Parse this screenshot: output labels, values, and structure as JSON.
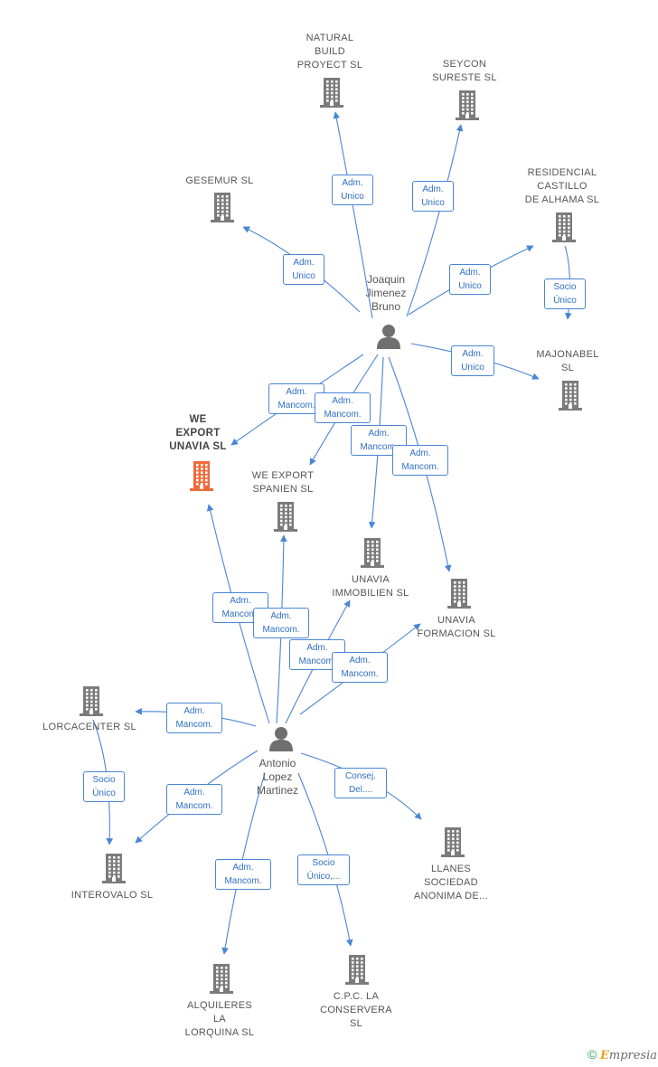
{
  "colors": {
    "edge": "#4a86d6",
    "node": "#7b7b7b",
    "focus_node": "#ee6a3a",
    "person": "#6f6f6f",
    "label_text": "#555555",
    "relation_text": "#2f6fc6"
  },
  "companies": [
    {
      "id": "natural-build",
      "label": "NATURAL\nBUILD\nPROYECT SL"
    },
    {
      "id": "seycon",
      "label": "SEYCON\nSURESTE SL"
    },
    {
      "id": "gesemur",
      "label": "GESEMUR SL"
    },
    {
      "id": "residencial",
      "label": "RESIDENCIAL\nCASTILLO\nDE ALHAMA SL"
    },
    {
      "id": "majonabel",
      "label": "MAJONABEL\nSL"
    },
    {
      "id": "we-export-unavia",
      "label": "WE\nEXPORT\nUNAVIA SL",
      "focus": true
    },
    {
      "id": "we-export-spanien",
      "label": "WE EXPORT\nSPANIEN SL"
    },
    {
      "id": "unavia-immobilien",
      "label": "UNAVIA\nIMMOBILIEN SL"
    },
    {
      "id": "unavia-formacion",
      "label": "UNAVIA\nFORMACION SL"
    },
    {
      "id": "lorcacenter",
      "label": "LORCACENTER SL"
    },
    {
      "id": "interovalo",
      "label": "INTEROVALO SL"
    },
    {
      "id": "llanes",
      "label": "LLANES\nSOCIEDAD\nANONIMA DE..."
    },
    {
      "id": "alquileres",
      "label": "ALQUILERES\nLA\nLORQUINA SL"
    },
    {
      "id": "cpc",
      "label": "C.P.C. LA\nCONSERVERA\nSL"
    }
  ],
  "persons": [
    {
      "id": "joaquin",
      "label": "Joaquin\nJimenez\nBruno"
    },
    {
      "id": "antonio",
      "label": "Antonio\nLopez\nMartinez"
    }
  ],
  "relations": [
    {
      "from": "joaquin",
      "to": "natural-build",
      "label": "Adm.\nUnico"
    },
    {
      "from": "joaquin",
      "to": "seycon",
      "label": "Adm.\nUnico"
    },
    {
      "from": "joaquin",
      "to": "gesemur",
      "label": "Adm.\nUnico"
    },
    {
      "from": "joaquin",
      "to": "residencial",
      "label": "Adm.\nUnico"
    },
    {
      "from": "joaquin",
      "to": "majonabel",
      "label": "Adm.\nUnico"
    },
    {
      "from": "residencial",
      "to": "majonabel",
      "label": "Socio\nÚnico"
    },
    {
      "from": "joaquin",
      "to": "we-export-unavia",
      "label": "Adm.\nMancom."
    },
    {
      "from": "joaquin",
      "to": "we-export-spanien",
      "label": "Adm.\nMancom."
    },
    {
      "from": "joaquin",
      "to": "unavia-immobilien",
      "label": "Adm.\nMancom."
    },
    {
      "from": "joaquin",
      "to": "unavia-formacion",
      "label": "Adm.\nMancom."
    },
    {
      "from": "antonio",
      "to": "we-export-unavia",
      "label": "Adm.\nMancom."
    },
    {
      "from": "antonio",
      "to": "we-export-spanien",
      "label": "Adm.\nMancom."
    },
    {
      "from": "antonio",
      "to": "unavia-immobilien",
      "label": "Adm.\nMancom."
    },
    {
      "from": "antonio",
      "to": "unavia-formacion",
      "label": "Adm.\nMancom."
    },
    {
      "from": "antonio",
      "to": "lorcacenter",
      "label": "Adm.\nMancom."
    },
    {
      "from": "lorcacenter",
      "to": "interovalo",
      "label": "Socio\nÚnico"
    },
    {
      "from": "antonio",
      "to": "interovalo",
      "label": "Adm.\nMancom."
    },
    {
      "from": "antonio",
      "to": "llanes",
      "label": "Consej.\nDel...."
    },
    {
      "from": "antonio",
      "to": "alquileres",
      "label": "Adm.\nMancom."
    },
    {
      "from": "antonio",
      "to": "cpc",
      "label": "Socio\nÚnico,..."
    }
  ],
  "copyright": {
    "symbol": "©",
    "brand_initial": "E",
    "brand_rest": "mpresia"
  }
}
